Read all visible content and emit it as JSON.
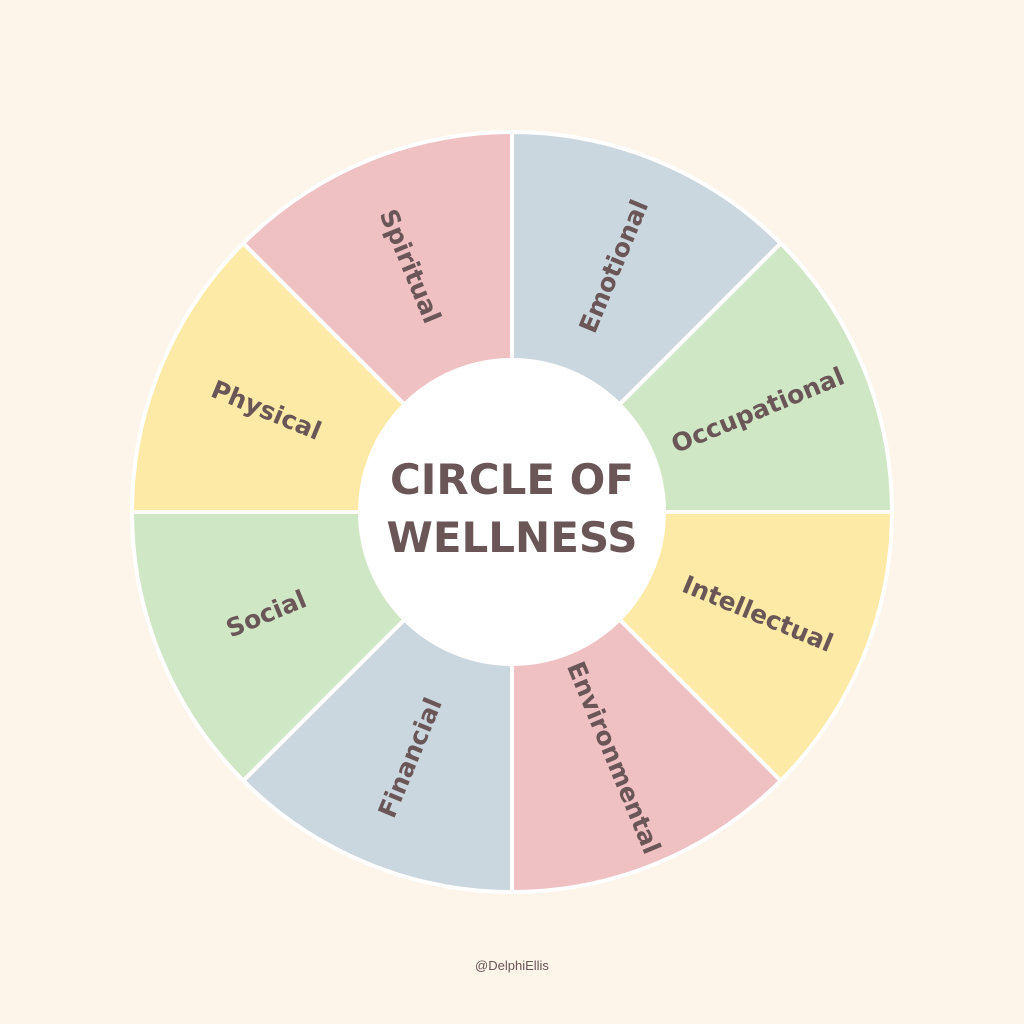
{
  "title_lines": [
    "CIRCLE OF",
    "WELLNESS"
  ],
  "segments": [
    {
      "label": "Emotional",
      "color": "#cbd7df"
    },
    {
      "label": "Occupational",
      "color": "#cfe7c5"
    },
    {
      "label": "Intellectual",
      "color": "#fdeaa7"
    },
    {
      "label": "Environmental",
      "color": "#efc1c3"
    },
    {
      "label": "Financial",
      "color": "#cbd7df"
    },
    {
      "label": "Social",
      "color": "#cfe7c5"
    },
    {
      "label": "Physical",
      "color": "#fdeaa7"
    },
    {
      "label": "Spiritual",
      "color": "#efc1c3"
    }
  ],
  "credit": "@DelphiEllis"
}
